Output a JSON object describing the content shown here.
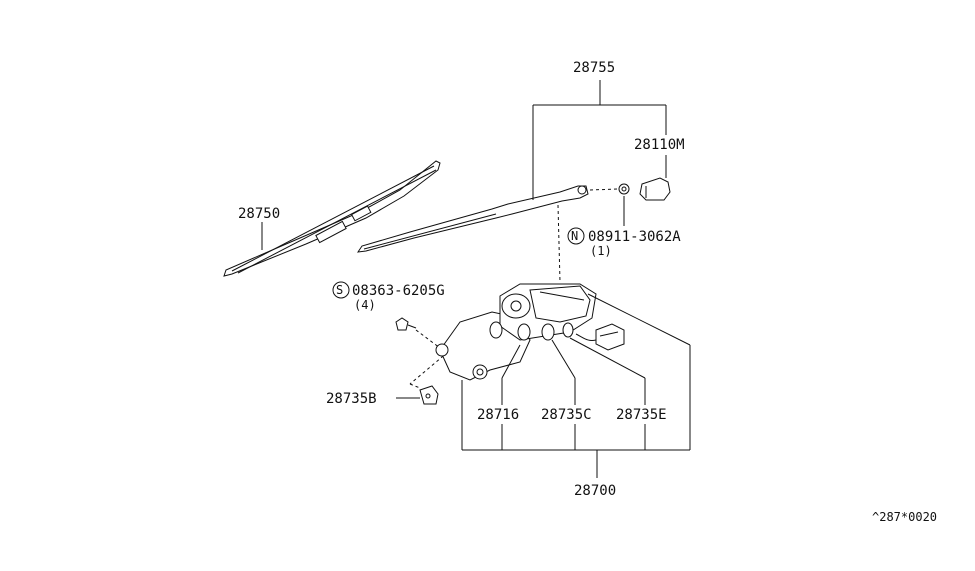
{
  "labels": {
    "p28755": "28755",
    "p28110m": "28110M",
    "p28750": "28750",
    "nut": "08911-3062A",
    "nut_qty": "(1)",
    "nut_symbol": "N",
    "screw": "08363-6205G",
    "screw_qty": "(4)",
    "screw_symbol": "S",
    "p28735b": "28735B",
    "p28716": "28716",
    "p28735c": "28735C",
    "p28735e": "28735E",
    "p28700": "28700",
    "ref": "^287*0020"
  }
}
